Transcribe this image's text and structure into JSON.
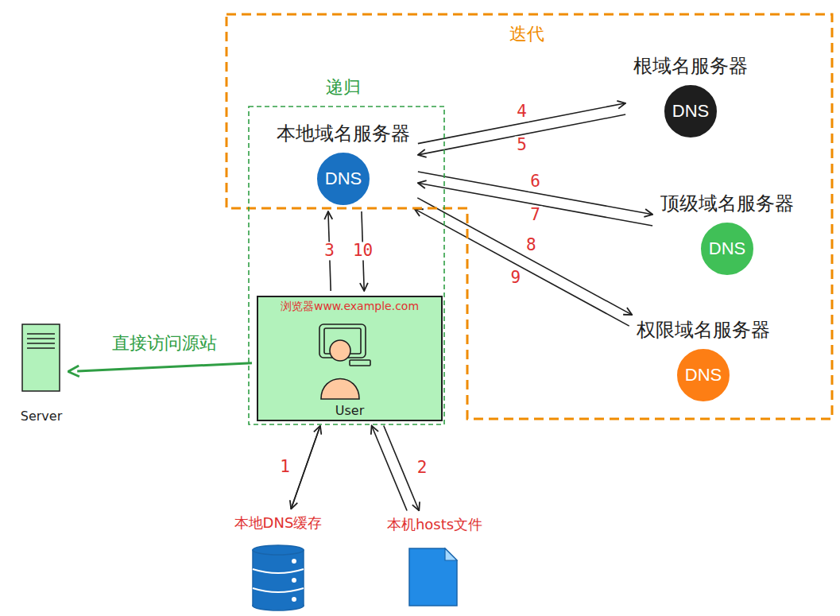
{
  "diagram": {
    "nodes": [
      {
        "text": [
          "迭代"
        ]
      },
      {
        "text": [
          "根域名服务器",
          "DNS"
        ],
        "in": 0
      },
      {
        "text": [
          "递归"
        ]
      },
      {
        "text": [
          "本地域名服务器",
          "DNS"
        ],
        "in": 2
      },
      {
        "text": [
          "顶级域名服务器",
          "DNS"
        ],
        "in": 0
      },
      {
        "text": [
          "权限域名服务器",
          "DNS"
        ],
        "in": 0
      },
      {
        "text": [
          "浏览器www.example.com",
          "User"
        ],
        "in": 2
      },
      {
        "text": [
          "Server"
        ]
      },
      {
        "text": [
          "本地DNS缓存"
        ]
      },
      {
        "text": [
          "本机hosts文件"
        ]
      }
    ],
    "edges": [
      {
        "from": 6,
        "to": 8,
        "arrow": "to",
        "label": "1"
      },
      {
        "from": 8,
        "to": 6,
        "arrow": "to"
      },
      {
        "from": 6,
        "to": 9,
        "arrow": "to",
        "label": "2"
      },
      {
        "from": 9,
        "to": 6,
        "arrow": "to"
      },
      {
        "from": 6,
        "to": 3,
        "arrow": "to",
        "label": "3"
      },
      {
        "from": 3,
        "to": 6,
        "arrow": "to",
        "label": "10"
      },
      {
        "from": 3,
        "to": 1,
        "arrow": "to",
        "label": "4"
      },
      {
        "from": 1,
        "to": 3,
        "arrow": "to",
        "label": "5"
      },
      {
        "from": 3,
        "to": 4,
        "arrow": "to",
        "label": "6"
      },
      {
        "from": 4,
        "to": 3,
        "arrow": "to",
        "label": "7"
      },
      {
        "from": 3,
        "to": 5,
        "arrow": "to",
        "label": "8"
      },
      {
        "from": 5,
        "to": 3,
        "arrow": "to",
        "label": "9"
      },
      {
        "from": 6,
        "to": 7,
        "arrow": "to",
        "label": "直接访问源站"
      }
    ]
  }
}
